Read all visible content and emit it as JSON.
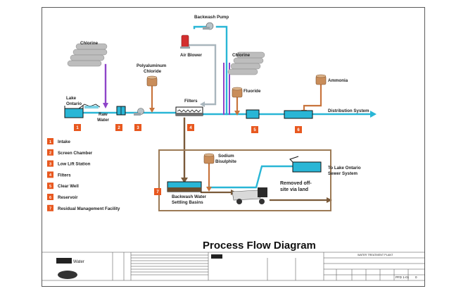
{
  "title": "Process Flow Diagram",
  "labels": {
    "backwash_pump": "Backwash Pump",
    "chlorine_left": "Chlorine",
    "chlorine_right": "Chlorine",
    "air_blower": "Air Blower",
    "polyaluminum": "Polyaluminum",
    "chloride": "Chloride",
    "fluoride": "Fluoride",
    "ammonia": "Ammonia",
    "lake": "Lake",
    "ontario": "Ontario",
    "raw": "Raw",
    "water": "Water",
    "filters": "Filters",
    "distribution": "Distribution System",
    "sodium": "Sodium",
    "bisulphite": "Bisulphite",
    "to_lake": "To Lake Ontario",
    "sewer": "Sewer System",
    "removed1": "Removed off-",
    "removed2": "site via land",
    "backwash_water": "Backwash Water",
    "settling_basins": "Settling Basins"
  },
  "markers": [
    "1",
    "2",
    "3",
    "4",
    "5",
    "6",
    "7"
  ],
  "legend": [
    {
      "num": "1",
      "text": "Intake"
    },
    {
      "num": "2",
      "text": "Screen Chamber"
    },
    {
      "num": "3",
      "text": "Low Lift Station"
    },
    {
      "num": "4",
      "text": "Filters"
    },
    {
      "num": "5",
      "text": "Clear Well"
    },
    {
      "num": "6",
      "text": "Reservoir"
    },
    {
      "num": "7",
      "text": "Residual Management Facility"
    }
  ],
  "title_block": {
    "logo1": "Water",
    "plant": "WATER TREATMENT PLANT",
    "drawing_no": "PFD 1-01",
    "rev": "0"
  },
  "colors": {
    "water": "#29b6d6",
    "chlorine": "#8e44c9",
    "chemical": "#c8743c",
    "residual": "#7a5a3a",
    "air": "#a9b6bd",
    "marker": "#e8581f"
  }
}
